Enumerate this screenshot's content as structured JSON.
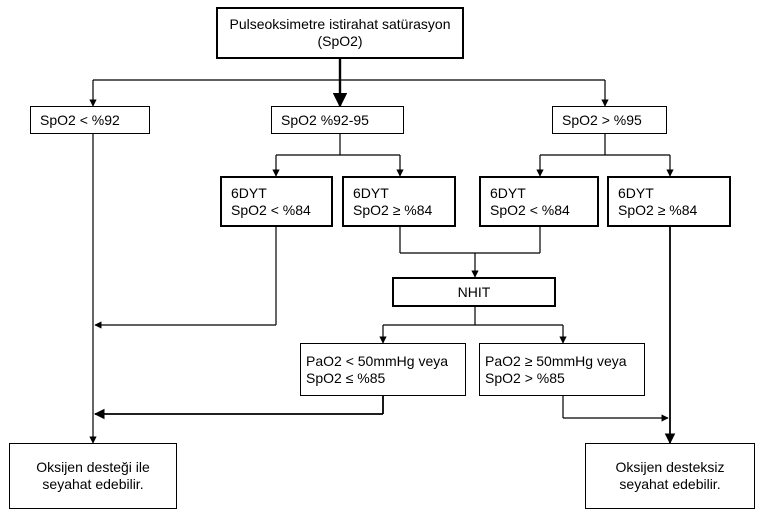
{
  "root": {
    "line1": "Pulseoksimetre istirahat satürasyon",
    "line2": "(SpO2)"
  },
  "level1": {
    "low": "SpO2 < %92",
    "mid": "SpO2  %92-95",
    "high": "SpO2 > %95"
  },
  "tests": {
    "mid_low": {
      "line1": "6DYT",
      "line2": "SpO2 < %84"
    },
    "mid_high": {
      "line1": "6DYT",
      "line2": "SpO2 ≥ %84"
    },
    "high_low": {
      "line1": "6DYT",
      "line2": "SpO2 < %84"
    },
    "high_high": {
      "line1": "6DYT",
      "line2": "SpO2 ≥ %84"
    }
  },
  "nhit": "NHIT",
  "nhit_results": {
    "fail": {
      "line1": "PaO2 < 50mmHg veya",
      "line2": "SpO2 ≤ %85"
    },
    "pass": {
      "line1": "PaO2 ≥ 50mmHg veya",
      "line2": "SpO2  > %85"
    }
  },
  "outcomes": {
    "with_oxygen": {
      "line1": "Oksijen desteği ile",
      "line2": "seyahat edebilir."
    },
    "without_oxygen": {
      "line1": "Oksijen desteksiz",
      "line2": "seyahat edebilir."
    }
  }
}
